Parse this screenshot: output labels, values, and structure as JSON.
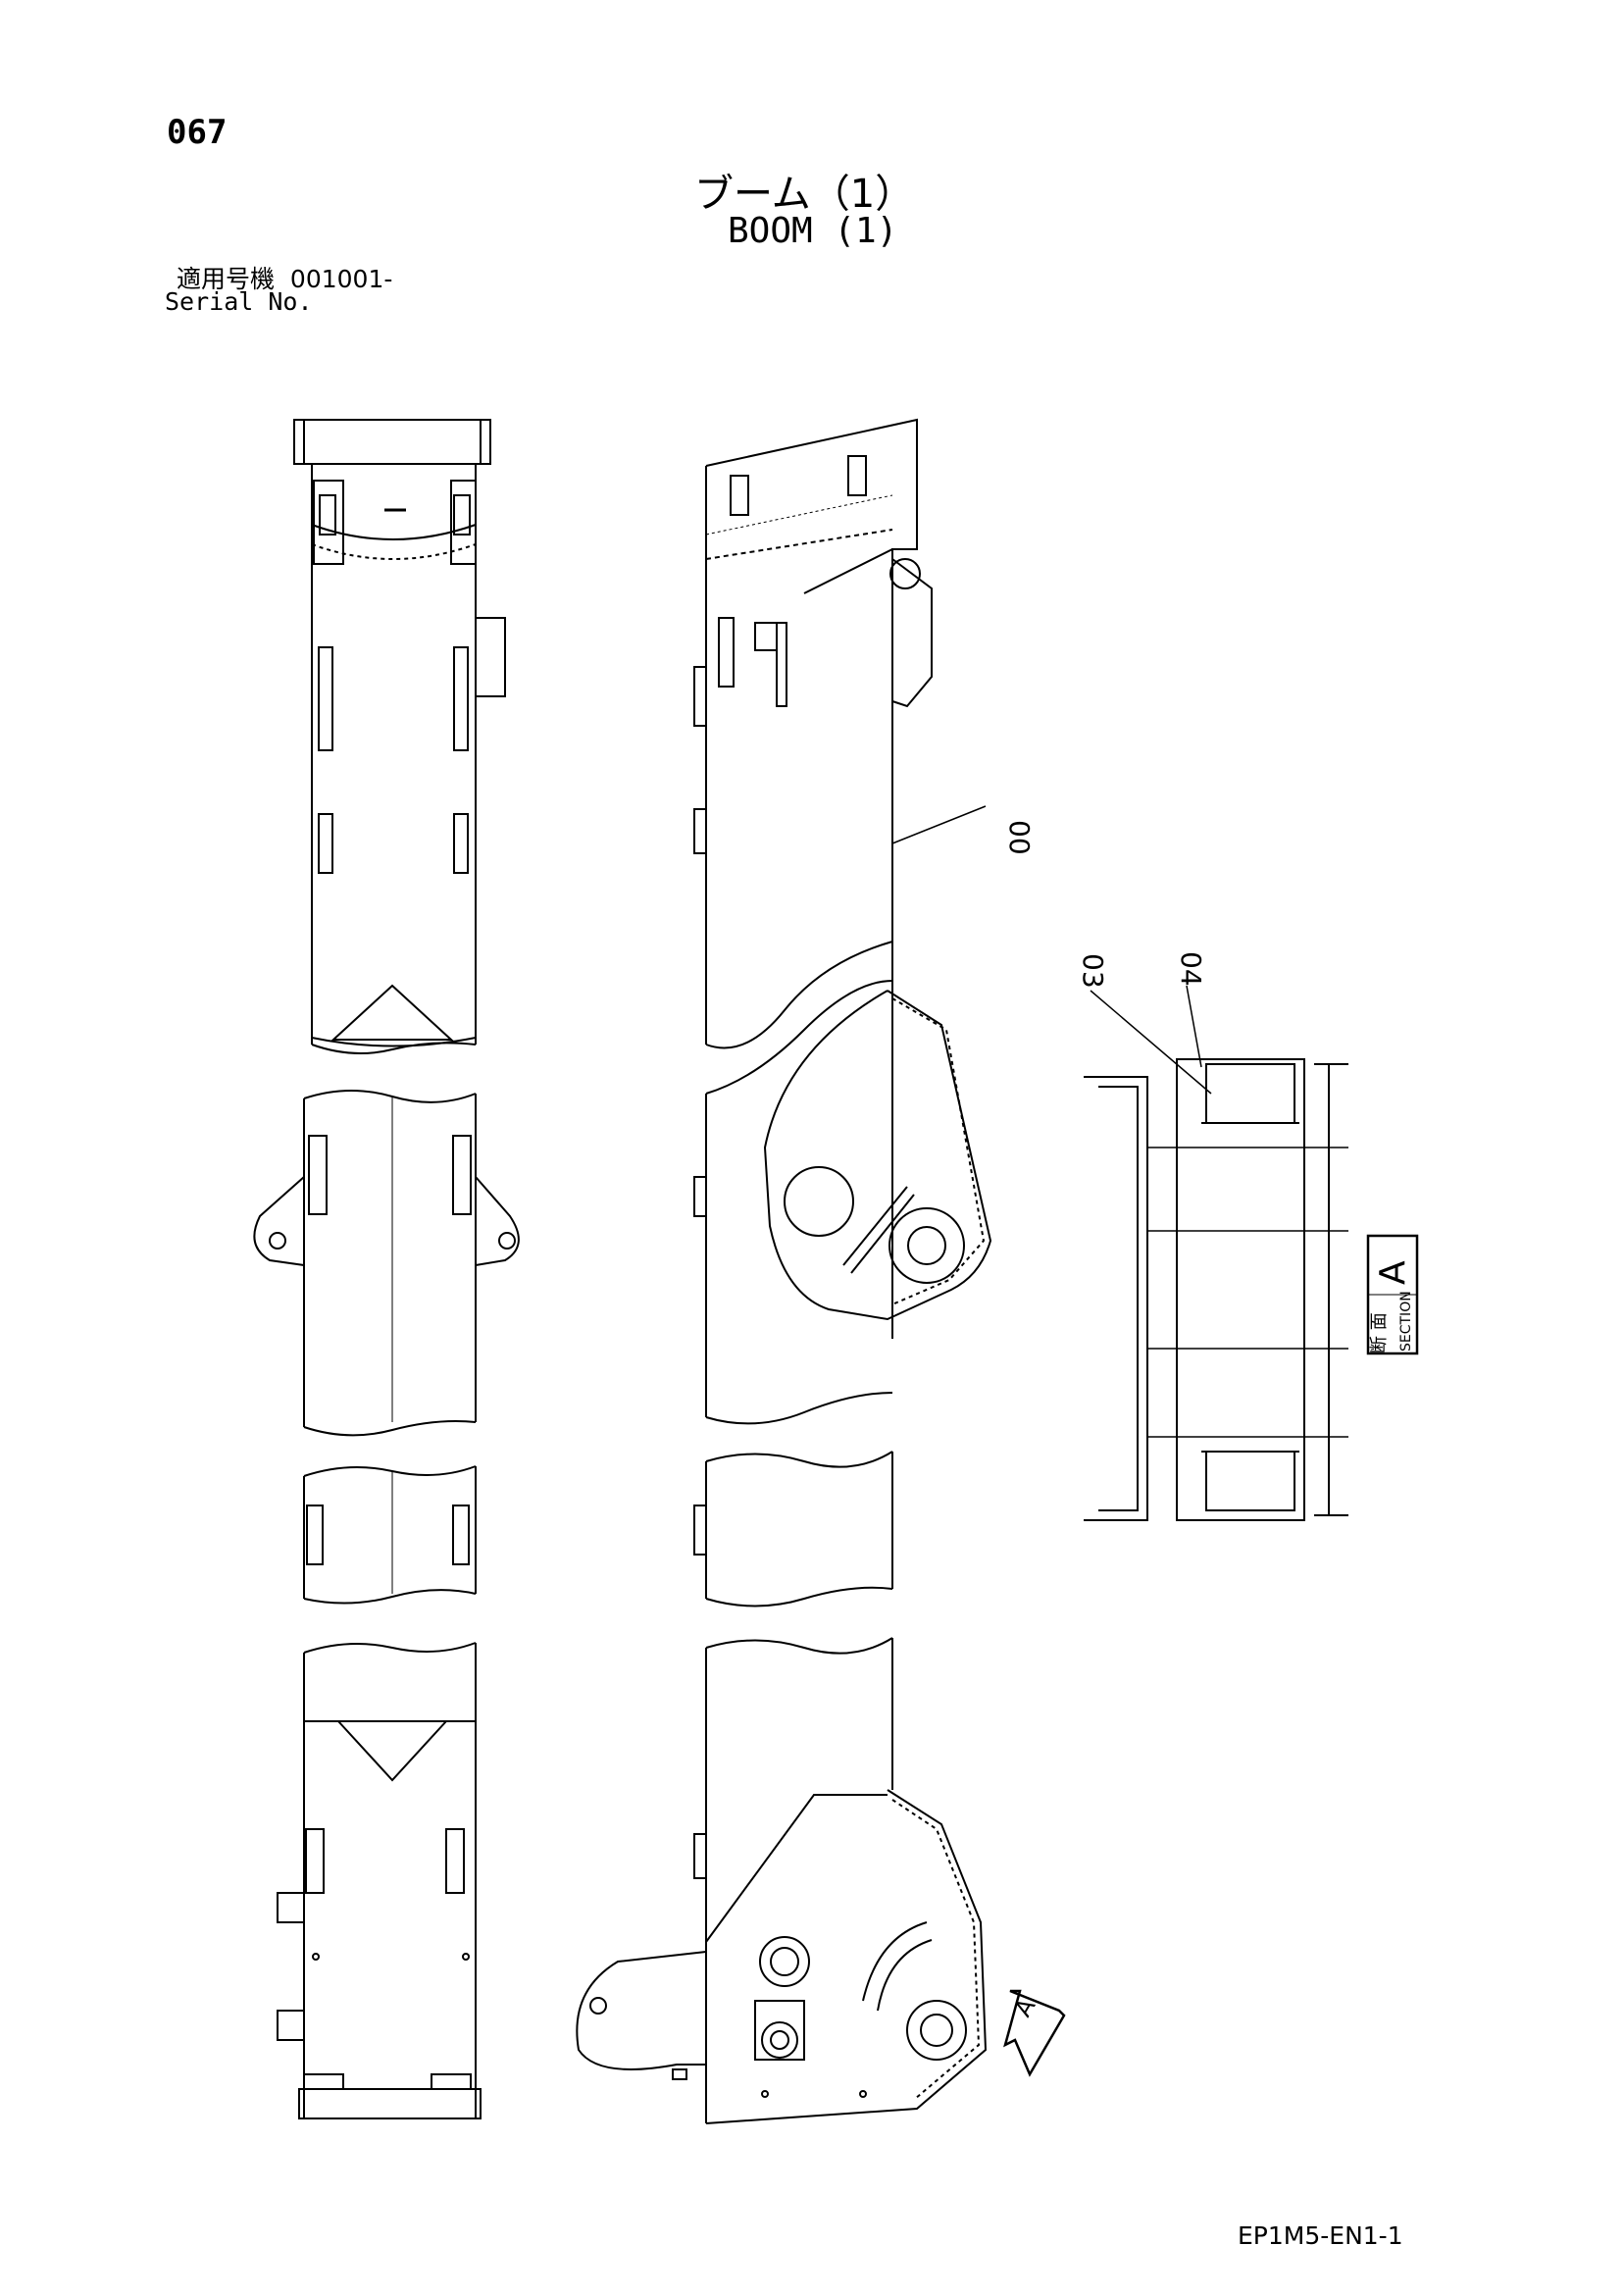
{
  "page_number": "067",
  "title_jp": "ブーム（1）",
  "title_en": "BOOM (1)",
  "serial": {
    "label_jp": "適用号機",
    "value": "001001-",
    "label_en": "Serial No."
  },
  "callouts": {
    "main": "00",
    "item_03": "03",
    "item_04": "04"
  },
  "section_label": {
    "jp": "断 面",
    "en": "SECTION",
    "letter": "A"
  },
  "view_marker": "A",
  "doc_code": "EP1M5-EN1-1"
}
